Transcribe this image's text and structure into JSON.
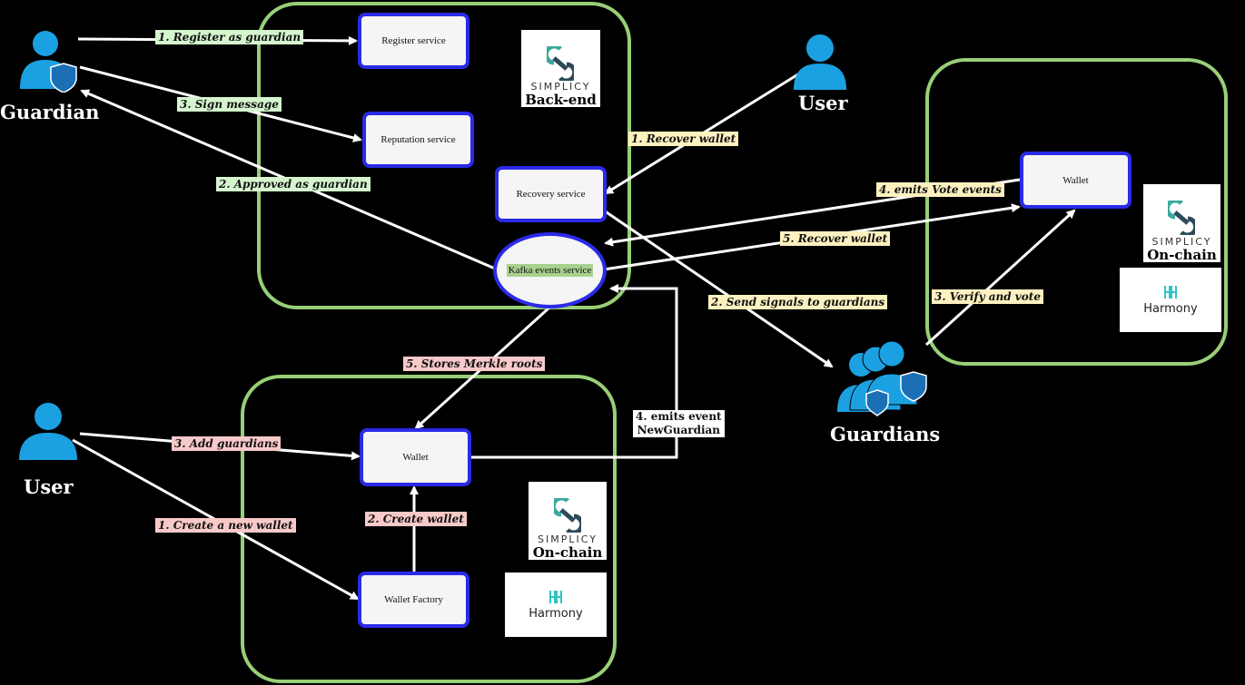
{
  "groups": {
    "backend": {
      "logo_word": "SIMPLICY",
      "logo_label": "Back-end"
    },
    "onchain_bottom": {
      "logo_word": "SIMPLICY",
      "logo_label": "On-chain",
      "harmony_label": "Harmony"
    },
    "onchain_right": {
      "logo_word": "SIMPLICY",
      "logo_label": "On-chain",
      "harmony_label": "Harmony"
    }
  },
  "nodes": {
    "register_service": "Register service",
    "reputation_service": "Reputation service",
    "recovery_service": "Recovery service",
    "kafka_service": "Kafka events service",
    "wallet_bottom": "Wallet",
    "wallet_factory": "Wallet Factory",
    "wallet_right": "Wallet"
  },
  "actors": {
    "guardian": "Guardian",
    "user_top": "User",
    "user_left": "User",
    "guardians": "Guardians"
  },
  "edges": {
    "register_as_guardian": "1. Register as guardian",
    "sign_message": "3. Sign message",
    "approved_as_guardian": "2. Approved as guardian",
    "recover_wallet_1": "1. Recover wallet",
    "emits_vote_events": "4. emits Vote events",
    "recover_wallet_5": "5. Recover wallet",
    "send_signals": "2. Send signals to guardians",
    "verify_and_vote": "3. Verify and vote",
    "stores_merkle_roots": "5. Stores Merkle roots",
    "emits_event_line1": "4. emits event",
    "emits_event_line2": "NewGuardian",
    "add_guardians": "3. Add guardians",
    "create_new_wallet": "1. Create a new wallet",
    "create_wallet": "2. Create wallet"
  },
  "colors": {
    "group_border": "#97d077",
    "node_border": "#2a2ae8",
    "actor": "#1ba1e2",
    "label_green": "#d5f5cf",
    "label_yellow": "#fdf1c0",
    "label_pink": "#f8c9c9"
  },
  "icons": [
    "person-icon",
    "shield-icon",
    "simplicy-logo-icon",
    "harmony-logo-icon"
  ]
}
